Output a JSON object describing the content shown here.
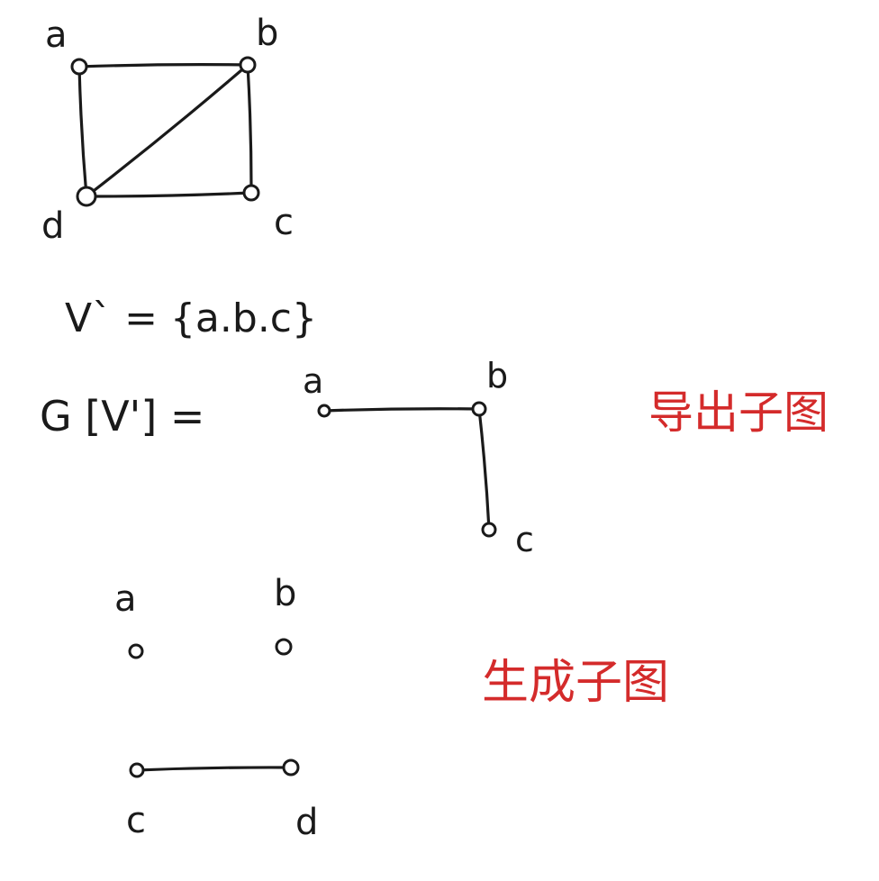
{
  "graph_g": {
    "vertices": [
      "a",
      "b",
      "c",
      "d"
    ],
    "edges": [
      [
        "a",
        "b"
      ],
      [
        "b",
        "c"
      ],
      [
        "c",
        "d"
      ],
      [
        "d",
        "a"
      ],
      [
        "b",
        "d"
      ]
    ]
  },
  "vertex_set_text": "V` = {a.b.c}",
  "induced_label_text": "G [V'] =",
  "induced_subgraph": {
    "vertices": [
      "a",
      "b",
      "c"
    ],
    "edges": [
      [
        "a",
        "b"
      ],
      [
        "b",
        "c"
      ]
    ],
    "caption": "导出子图",
    "caption_color": "#d42b2b"
  },
  "spanning_subgraph": {
    "vertices": [
      "a",
      "b",
      "c",
      "d"
    ],
    "edges": [
      [
        "c",
        "d"
      ]
    ],
    "caption": "生成子图",
    "caption_color": "#d42b2b"
  }
}
